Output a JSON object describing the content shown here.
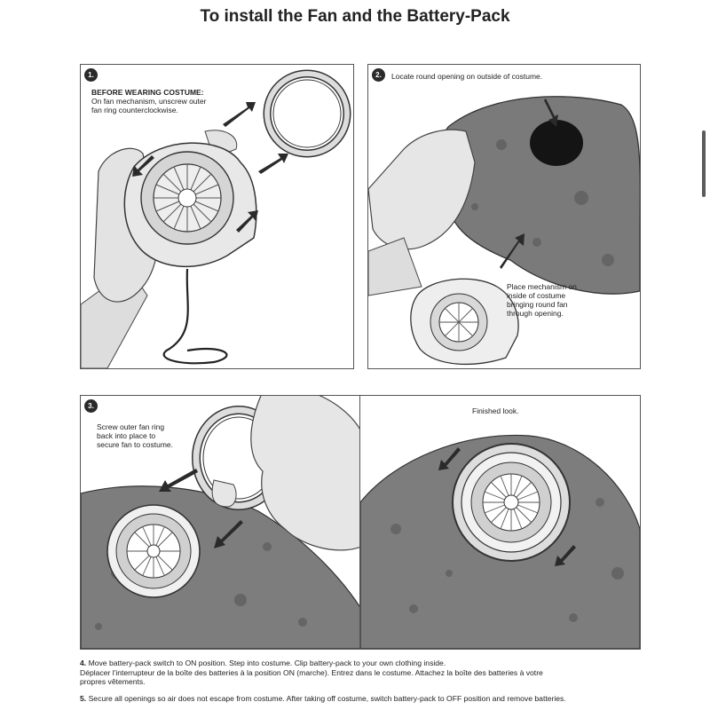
{
  "title": "To install the Fan and the Battery-Pack",
  "panels": [
    {
      "num": "1.",
      "heading": "BEFORE WEARING COSTUME:",
      "caption_lines": [
        "On fan mechanism, unscrew outer",
        "fan ring counterclockwise."
      ]
    },
    {
      "num": "2.",
      "caption_lines": [
        "Locate round opening on outside of costume."
      ],
      "caption2_lines": [
        "Place mechanism on",
        "inside of costume",
        "bringing round fan",
        "through opening."
      ]
    },
    {
      "num": "3.",
      "caption_lines": [
        "Screw outer fan ring",
        "back into place to",
        "secure fan to costume."
      ]
    },
    {
      "caption_lines": [
        "Finished look."
      ]
    }
  ],
  "steps": [
    {
      "num": "4.",
      "lines": [
        "Move battery-pack switch to ON position. Step into costume. Clip battery-pack to your own clothing inside.",
        "Déplacer l'interrupteur de la boîte des batteries à la position ON (marche). Entrez dans le costume. Attachez la boîte des batteries à votre",
        "propres vêtements."
      ]
    },
    {
      "num": "5.",
      "lines": [
        "Secure all openings so air does not escape from costume. After taking off costume, switch battery-pack to OFF position and remove batteries."
      ]
    }
  ]
}
